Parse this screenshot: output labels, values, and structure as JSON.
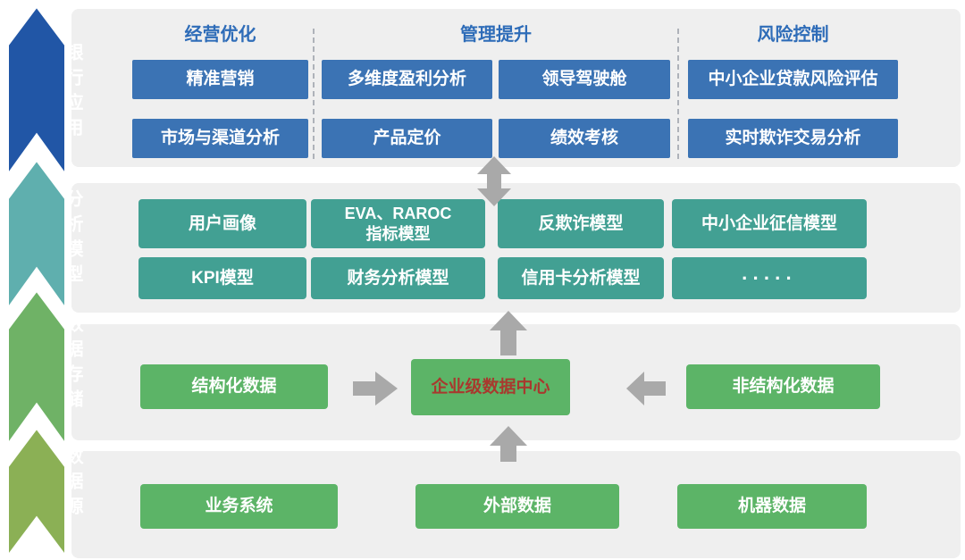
{
  "sidebar": {
    "labels": [
      "银行应用",
      "分析模型",
      "数据存储",
      "数据源"
    ]
  },
  "app_layer": {
    "headers": [
      "经营优化",
      "管理提升",
      "风险控制"
    ],
    "boxes": [
      "精准营销",
      "多维度盈利分析",
      "领导驾驶舱",
      "中小企业贷款风险评估",
      "市场与渠道分析",
      "产品定价",
      "绩效考核",
      "实时欺诈交易分析"
    ]
  },
  "model_layer": {
    "boxes": [
      "用户画像",
      "EVA、RAROC\n指标模型",
      "反欺诈模型",
      "中小企业征信模型",
      "KPI模型",
      "财务分析模型",
      "信用卡分析模型",
      "·····"
    ]
  },
  "storage_layer": {
    "left_box": "结构化数据",
    "center_box": "企业级数据中心",
    "right_box": "非结构化数据"
  },
  "source_layer": {
    "boxes": [
      "业务系统",
      "外部数据",
      "机器数据"
    ]
  },
  "colors": {
    "ribbon_blue": "#2156a6",
    "ribbon_teal": "#5fafae",
    "ribbon_green": "#6fb266",
    "ribbon_olive": "#8bb055",
    "box_blue": "#3b73b4",
    "box_teal": "#42a093",
    "box_green": "#5cb467",
    "band_gray": "#efefef",
    "header_blue": "#2e6cb8",
    "center_text_red": "#a8392e",
    "arrow_gray": "#a9a9a9"
  }
}
